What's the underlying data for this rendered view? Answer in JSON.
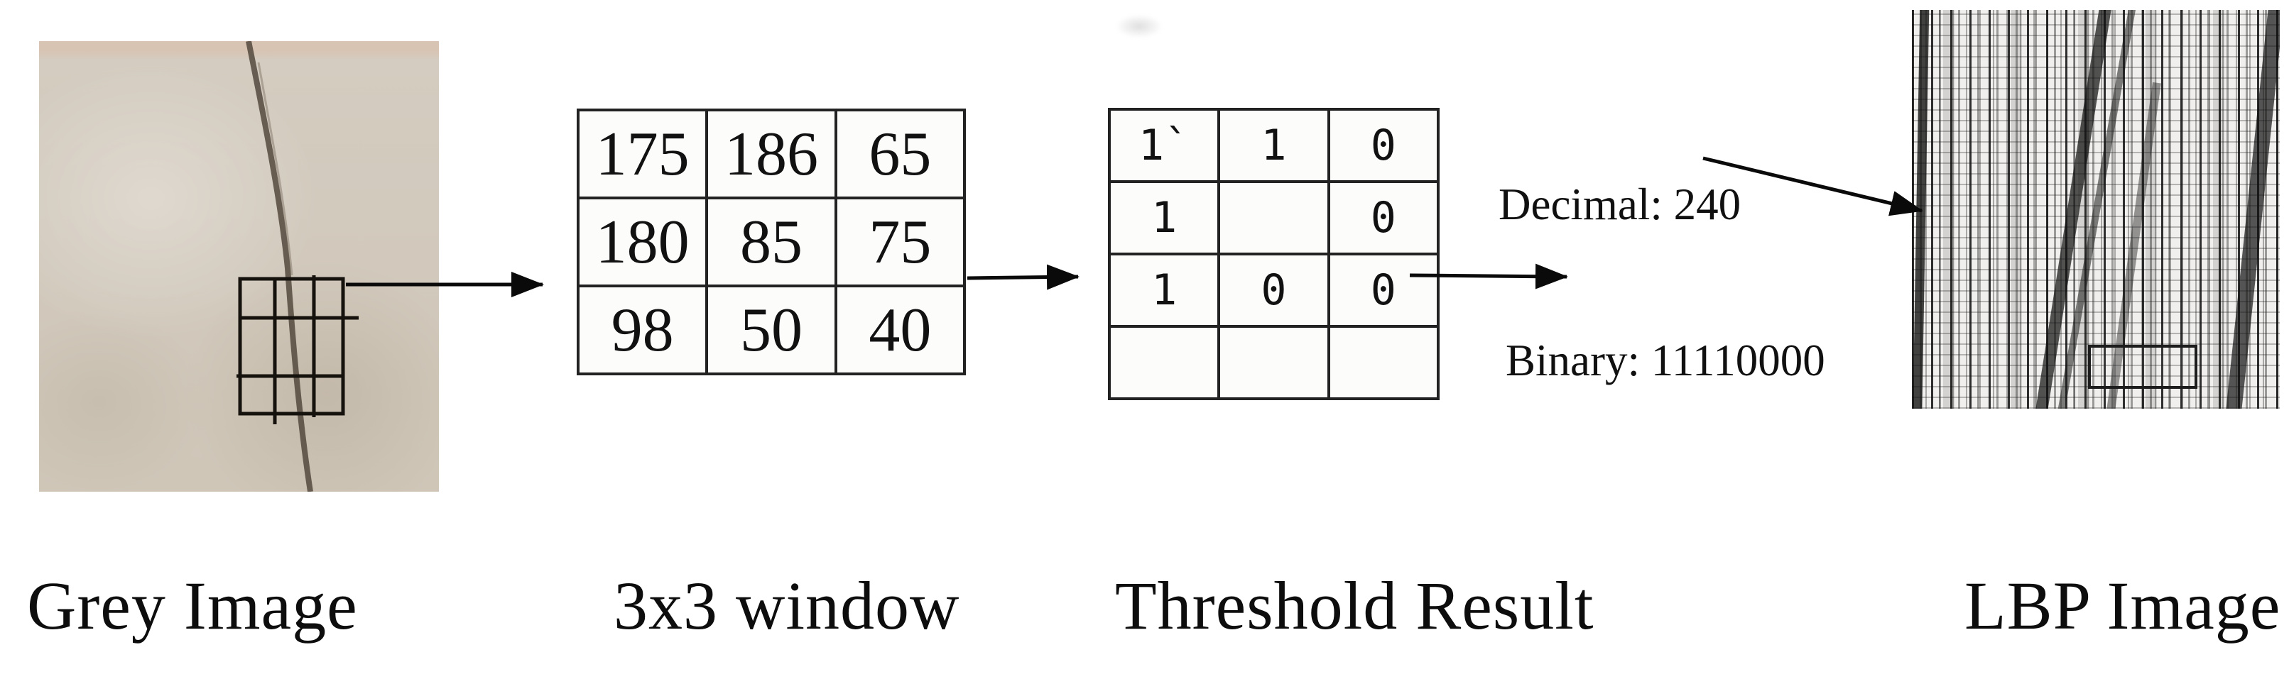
{
  "title": "LBP feature extraction process diagram",
  "stages": {
    "grey_image": {
      "label": "Grey Image"
    },
    "window": {
      "label": "3x3 window",
      "grid": [
        [
          "175",
          "186",
          "65"
        ],
        [
          "180",
          "85",
          "75"
        ],
        [
          "98",
          "50",
          "40"
        ]
      ]
    },
    "threshold": {
      "label": "Threshold Result",
      "grid": [
        [
          "1`",
          "1",
          "0"
        ],
        [
          "1",
          "",
          "0"
        ],
        [
          "1",
          "0",
          "0"
        ],
        [
          "",
          "",
          ""
        ]
      ]
    },
    "lbp": {
      "label": "LBP Image"
    }
  },
  "annotations": {
    "decimal_label": "Decimal: 240",
    "binary_label": "Binary: 11110000"
  },
  "colors": {
    "photo_beige": "#d1c8bb",
    "crack_brown": "#54493d",
    "ink": "#111111",
    "table_border": "#222222"
  }
}
